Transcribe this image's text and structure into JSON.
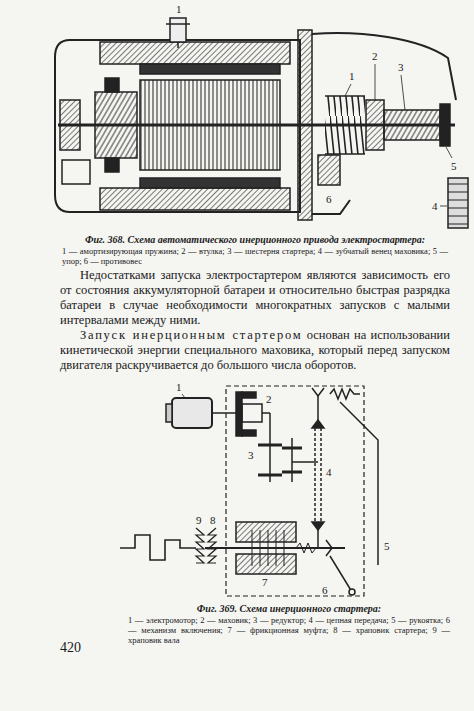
{
  "diagram": {
    "labels": [
      "1",
      "2",
      "3",
      "1",
      "5",
      "4",
      "6",
      "Фиг. 368. Схема автоматического инерционного привода электростартера:",
      "1 — амортизирующая пружина; 2 — втулка; 3 — шестерня стартера; 4 — зубчатый венец маховика; 5 — упор; 6 — противовес",
      "Недостатками запуска электростартером являются зависимость его от состояния аккумуляторной батареи и относительно быстрая разрядка батареи в случае необходимости многократных запусков с малыми интервалами между ними.",
      "Запуск инерционным стартером",
      "основан на использовании кинетической энергии специального маховика, который перед запуском двигателя раскручивается до большого числа оборотов.",
      "1",
      "2",
      "3",
      "4",
      "5",
      "6",
      "7",
      "8",
      "9",
      "Фиг. 369. Схема инерционного стартера:",
      "1 — электромотор; 2 — маховик; 3 — редуктор; 4 — цепная передача; 5 — рукоятка; 6 — механизм включения; 7 — фрикционная муфта; 8 — храповик стартера; 9 — храповик вала",
      "420"
    ]
  }
}
